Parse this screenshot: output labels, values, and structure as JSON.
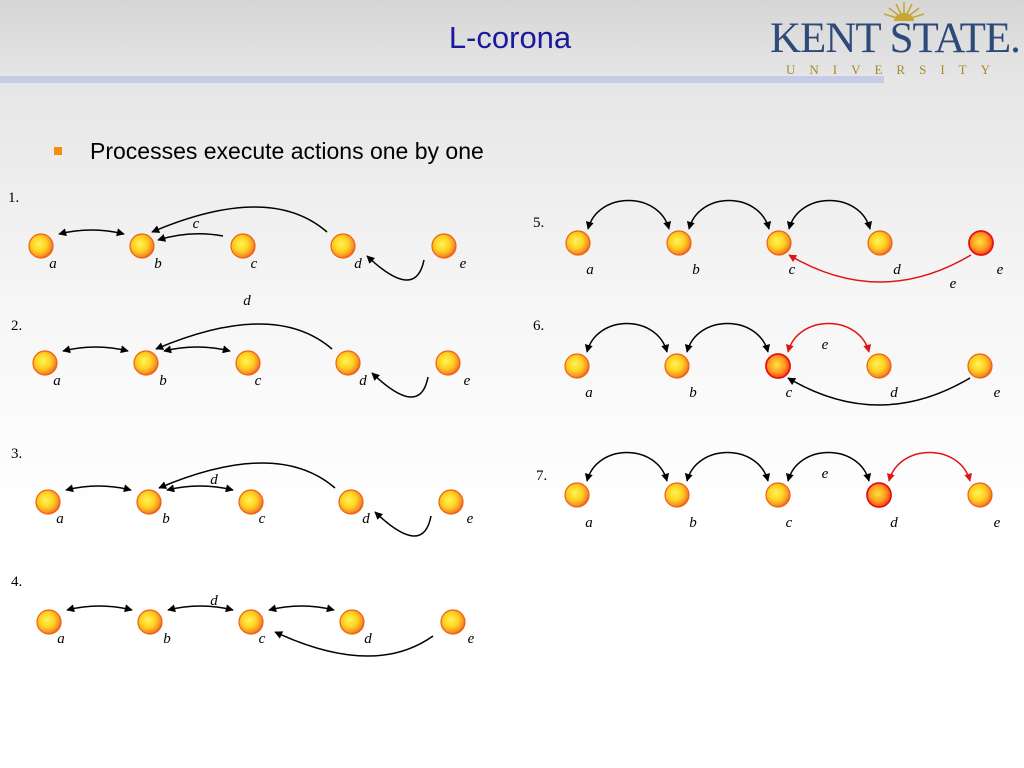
{
  "slide": {
    "title": "L-corona",
    "logo": {
      "name": "KENT STATE.",
      "subtitle": "UNIVERSITY"
    },
    "bullet": "Processes execute actions one by one"
  },
  "colors": {
    "title": "#1a1a9c",
    "bullet_marker": "#f58d0d",
    "node_fill": "#ffd21e",
    "node_rim": "#ee6414",
    "active_arrow": "#e01414",
    "arrow": "#000000"
  },
  "diagram": {
    "nodes": [
      "a",
      "b",
      "c",
      "d",
      "e"
    ],
    "steps": [
      {
        "label": "1.",
        "annotations": [
          "c",
          "d"
        ],
        "pointers": [
          [
            "a",
            "b"
          ],
          [
            "b",
            "a"
          ],
          [
            "c",
            "b"
          ],
          [
            "d",
            "b"
          ],
          [
            "e",
            "d"
          ]
        ]
      },
      {
        "label": "2.",
        "annotations": [],
        "pointers": [
          [
            "a",
            "b"
          ],
          [
            "b",
            "a"
          ],
          [
            "b",
            "c"
          ],
          [
            "c",
            "b"
          ],
          [
            "d",
            "b"
          ],
          [
            "e",
            "d"
          ]
        ]
      },
      {
        "label": "3.",
        "annotations": [
          "d"
        ],
        "pointers": [
          [
            "a",
            "b"
          ],
          [
            "b",
            "a"
          ],
          [
            "b",
            "c"
          ],
          [
            "c",
            "b"
          ],
          [
            "d",
            "b"
          ],
          [
            "e",
            "d"
          ]
        ]
      },
      {
        "label": "4.",
        "annotations": [
          "d"
        ],
        "pointers": [
          [
            "a",
            "b"
          ],
          [
            "b",
            "a"
          ],
          [
            "b",
            "c"
          ],
          [
            "c",
            "b"
          ],
          [
            "c",
            "d"
          ],
          [
            "d",
            "c"
          ],
          [
            "e",
            "c"
          ]
        ]
      },
      {
        "label": "5.",
        "annotations": [
          "e"
        ],
        "active": "e",
        "pointers": [
          [
            "a",
            "b"
          ],
          [
            "b",
            "a"
          ],
          [
            "b",
            "c"
          ],
          [
            "c",
            "b"
          ],
          [
            "c",
            "d"
          ],
          [
            "d",
            "c"
          ],
          [
            "e",
            "c"
          ]
        ]
      },
      {
        "label": "6.",
        "annotations": [
          "e"
        ],
        "active": "c",
        "pointers": [
          [
            "a",
            "b"
          ],
          [
            "b",
            "a"
          ],
          [
            "b",
            "c"
          ],
          [
            "c",
            "b"
          ],
          [
            "c",
            "d"
          ],
          [
            "d",
            "c"
          ],
          [
            "e",
            "c"
          ]
        ]
      },
      {
        "label": "7.",
        "annotations": [
          "e"
        ],
        "active": "d",
        "pointers": [
          [
            "a",
            "b"
          ],
          [
            "b",
            "a"
          ],
          [
            "b",
            "c"
          ],
          [
            "c",
            "b"
          ],
          [
            "c",
            "d"
          ],
          [
            "d",
            "c"
          ],
          [
            "d",
            "e"
          ],
          [
            "e",
            "d"
          ]
        ]
      }
    ]
  }
}
